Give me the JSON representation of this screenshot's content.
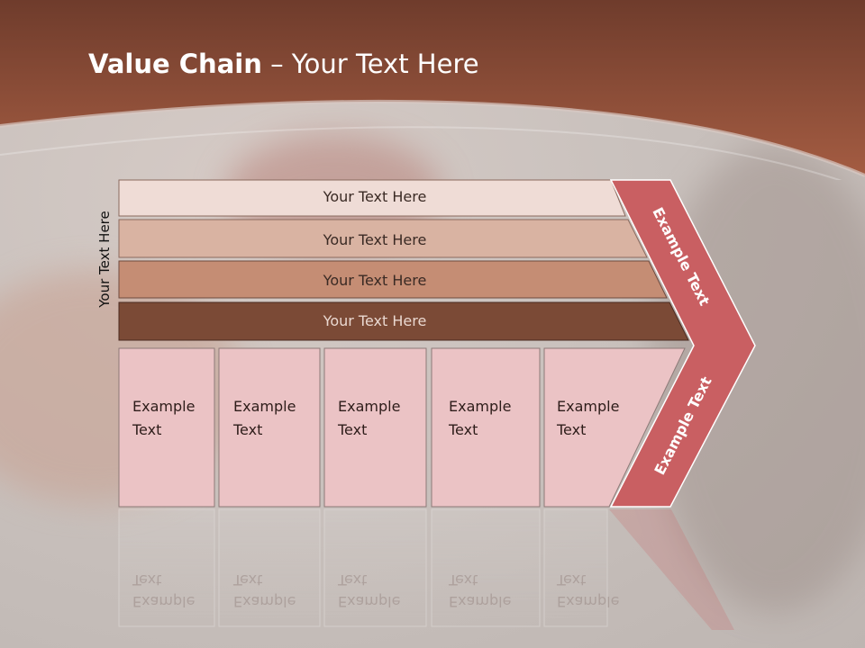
{
  "slide": {
    "title_bold": "Value Chain",
    "title_rest": " – Your Text Here",
    "side_label": "Your Text Here",
    "bars": [
      {
        "label": "Your Text Here",
        "color": "#efdcd6"
      },
      {
        "label": "Your Text Here",
        "color": "#d9b3a2"
      },
      {
        "label": "Your Text Here",
        "color": "#c58d74"
      },
      {
        "label": "Your Text Here",
        "color": "#7b4a36"
      }
    ],
    "cells": [
      {
        "line1": "Example",
        "line2": "Text"
      },
      {
        "line1": "Example",
        "line2": "Text"
      },
      {
        "line1": "Example",
        "line2": "Text"
      },
      {
        "line1": "Example",
        "line2": "Text"
      },
      {
        "line1": "Example",
        "line2": "Text"
      }
    ],
    "chevron_top_text": "Example Text",
    "chevron_bottom_text": "Example Text",
    "colors": {
      "header_brown": "#7a4533",
      "chevron_red": "#c95f62",
      "cell_pink": "#ebc3c5"
    }
  }
}
